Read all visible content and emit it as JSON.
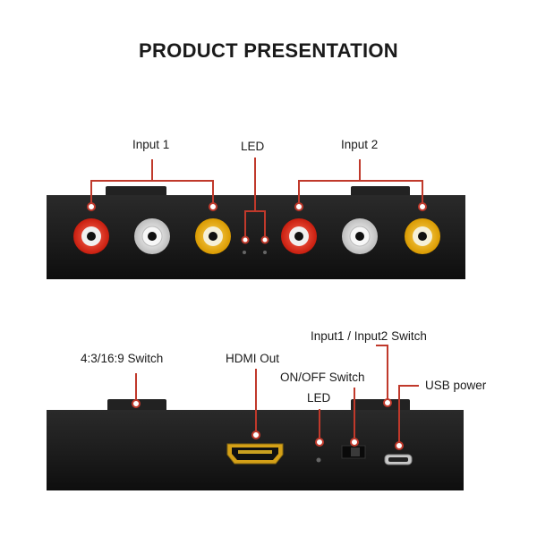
{
  "title": "PRODUCT PRESENTATION",
  "top_panel": {
    "labels": {
      "input1": "Input 1",
      "led": "LED",
      "input2": "Input 2"
    }
  },
  "bottom_panel": {
    "labels": {
      "aspect_switch": "4:3/16:9 Switch",
      "hdmi_out": "HDMI Out",
      "input_switch": "Input1 / Input2 Switch",
      "power_switch": "ON/OFF Switch",
      "led": "LED",
      "usb_power": "USB power"
    }
  },
  "colors": {
    "callout": "#c0392b",
    "device_body": "#1b1b1b",
    "rca_red": "#e0301e",
    "rca_white": "#e6e6e6",
    "rca_yellow": "#f2b705",
    "hdmi_gold": "#d4a017"
  }
}
